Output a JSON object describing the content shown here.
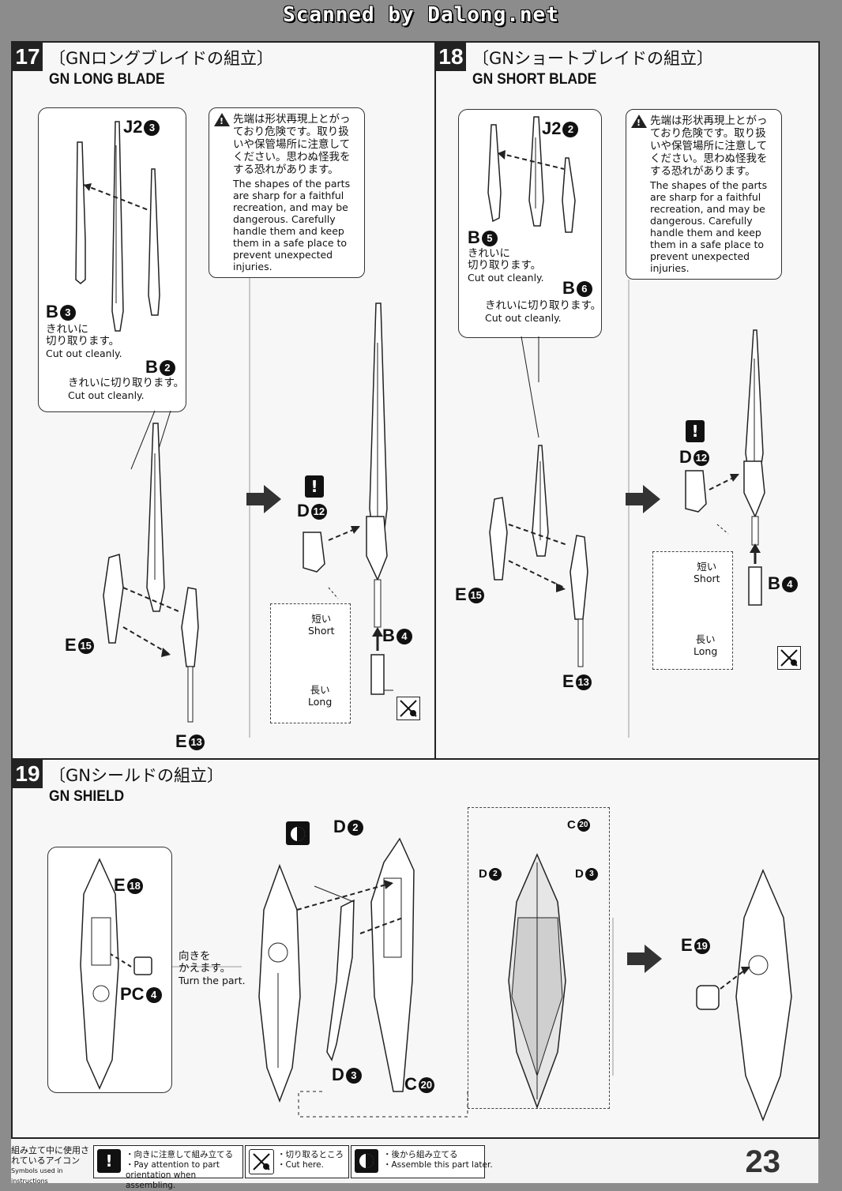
{
  "watermark": "Scanned by Dalong.net",
  "warning": {
    "jp": "先端は形状再現上とがっており危険です。取り扱いや保管場所に注意してください。思わぬ怪我をする恐れがあります。",
    "en": "The shapes of the parts are sharp for a faithful recreation, and may be dangerous. Carefully handle them and keep them in a safe place to prevent unexpected injuries."
  },
  "cut_note": {
    "jp": "きれいに切り取ります。",
    "jp_short": "きれいに",
    "jp_short2": "切り取ります。",
    "en": "Cut out cleanly."
  },
  "short_long": {
    "short_jp": "短い",
    "short_en": "Short",
    "long_jp": "長い",
    "long_en": "Long"
  },
  "step17": {
    "num": "17",
    "title_jp": "〔GNロングブレイドの組立〕",
    "title_en": "GN LONG BLADE",
    "labels": {
      "j2": "J2",
      "j2n": "3",
      "b3": "B",
      "b3n": "3",
      "b2": "B",
      "b2n": "2",
      "e15": "E",
      "e15n": "15",
      "e13": "E",
      "e13n": "13",
      "d12": "D",
      "d12n": "12",
      "b4": "B",
      "b4n": "4"
    }
  },
  "step18": {
    "num": "18",
    "title_jp": "〔GNショートブレイドの組立〕",
    "title_en": "GN SHORT BLADE",
    "labels": {
      "j2": "J2",
      "j2n": "2",
      "b5": "B",
      "b5n": "5",
      "b6": "B",
      "b6n": "6",
      "e15": "E",
      "e15n": "15",
      "e13": "E",
      "e13n": "13",
      "d12": "D",
      "d12n": "12",
      "b4": "B",
      "b4n": "4"
    }
  },
  "step19": {
    "num": "19",
    "title_jp": "〔GNシールドの組立〕",
    "title_en": "GN SHIELD",
    "labels": {
      "e18": "E",
      "e18n": "18",
      "pc4": "PC",
      "pc4n": "4",
      "d2": "D",
      "d2n": "2",
      "d3": "D",
      "d3n": "3",
      "c20": "C",
      "c20n": "20",
      "e19": "E",
      "e19n": "19"
    },
    "turn_jp": "向きを",
    "turn_jp2": "かえます。",
    "turn_en": "Turn the part."
  },
  "footer": {
    "icons_title_jp": "組み立て中に使用されているアイコン",
    "icons_title_en": "Symbols used in instructions",
    "attention_jp": "・向きに注意して組み立てる",
    "attention_en": "・Pay attention to part orientation when assembling.",
    "cut_jp": "・切り取るところ",
    "cut_en": "・Cut here.",
    "later_jp": "・後から組み立てる",
    "later_en": "・Assemble this part later.",
    "page": "23"
  }
}
